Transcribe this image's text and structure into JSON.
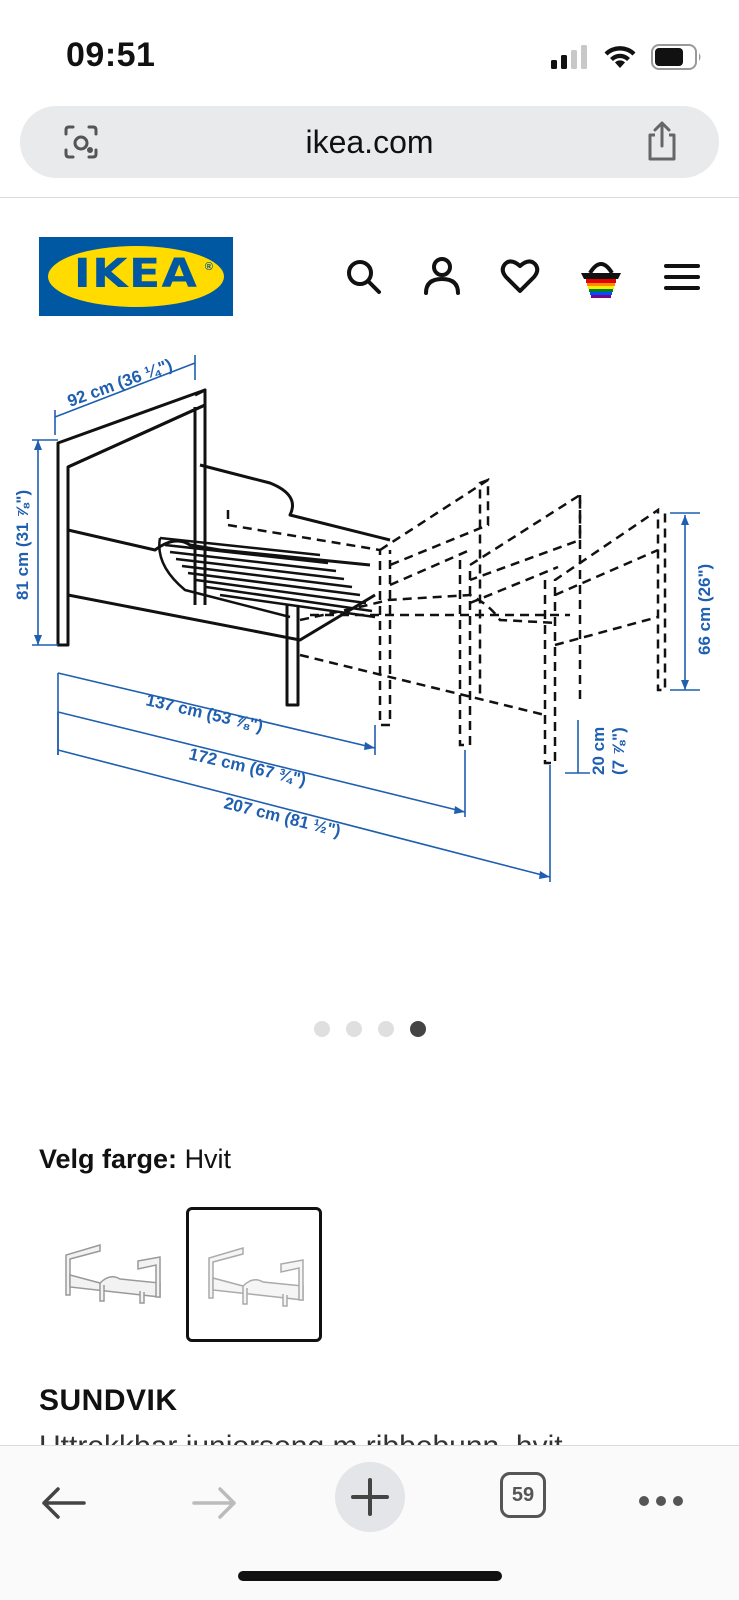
{
  "status_bar": {
    "time": "09:51"
  },
  "browser": {
    "url": "ikea.com"
  },
  "header": {
    "logo_text": "IKEA",
    "logo_reg": "®"
  },
  "drawing": {
    "dimensions": {
      "width": "92 cm (36 ¼\")",
      "height": "81 cm (31 ⅞\")",
      "rail_height": "66 cm (26\")",
      "leg_height_cm": "20 cm",
      "leg_height_in": "(7 ⅞\")",
      "length_1": "137 cm (53 ⅞\")",
      "length_2": "172 cm (67 ¾\")",
      "length_3": "207 cm (81 ½\")"
    }
  },
  "carousel": {
    "total": 4,
    "active_index": 3
  },
  "color_picker": {
    "label": "Velg farge:",
    "value": "Hvit",
    "selected_index": 1
  },
  "product": {
    "name": "SUNDVIK",
    "description": "Uttrekkbar juniorseng m ribbebunn, hvit"
  },
  "toolbar": {
    "tab_count": "59"
  },
  "colors": {
    "ikea_blue": "#0058a3",
    "ikea_yellow": "#ffdb00",
    "dimension_blue": "#1f5fb0"
  }
}
